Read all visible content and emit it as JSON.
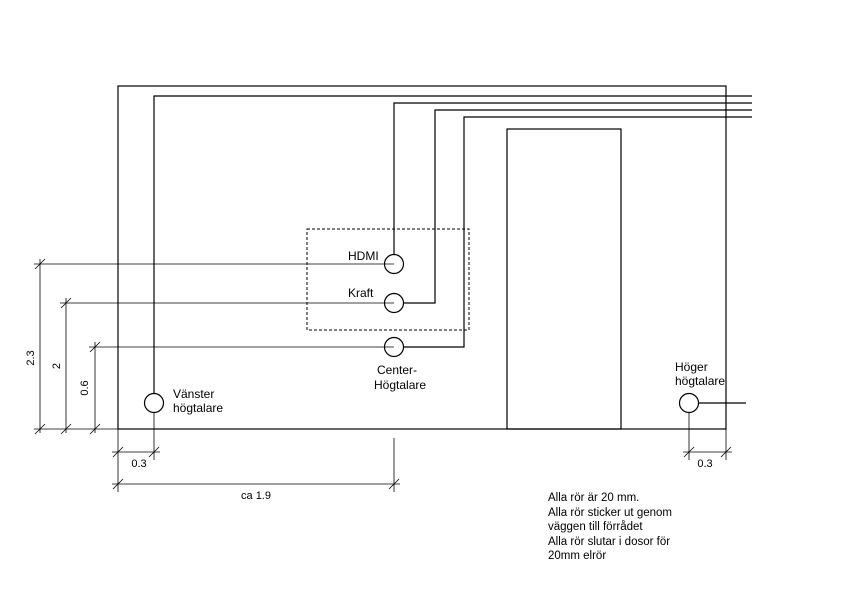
{
  "labels": {
    "hdmi": "HDMI",
    "kraft": "Kraft",
    "center_line1": "Center-",
    "center_line2": "Högtalare",
    "left_line1": "Vänster",
    "left_line2": "högtalare",
    "right_line1": "Höger",
    "right_line2": "högtalare"
  },
  "dimensions": {
    "height_hdmi": "2.3",
    "height_kraft": "2",
    "height_center": "0.6",
    "offset_left": "0.3",
    "offset_right": "0.3",
    "distance_center": "ca 1.9"
  },
  "notes": [
    "Alla rör är 20 mm.",
    "Alla rör sticker ut genom",
    "väggen till förrådet",
    "Alla rör slutar i dosor för",
    "20mm elrör"
  ]
}
